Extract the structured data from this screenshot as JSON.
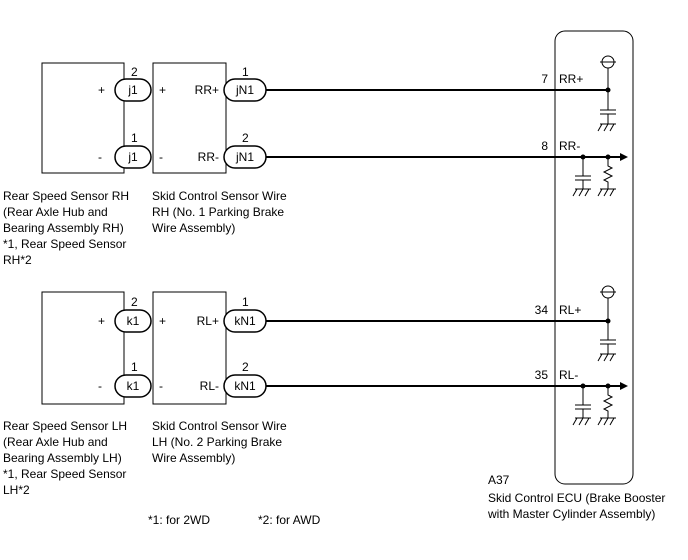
{
  "footnotes": {
    "note1": "*1: for 2WD",
    "note2": "*2: for AWD"
  },
  "ecu": {
    "code": "A37",
    "name_line1": "Skid Control ECU (Brake Booster",
    "name_line2": "with Master Cylinder Assembly)",
    "pins": [
      {
        "num": "7",
        "label": "RR+"
      },
      {
        "num": "8",
        "label": "RR-"
      },
      {
        "num": "34",
        "label": "RL+"
      },
      {
        "num": "35",
        "label": "RL-"
      }
    ]
  },
  "rh": {
    "sensor_plus": "+",
    "sensor_minus": "-",
    "connector_sensor": "j1",
    "pin_sensor_top": "2",
    "pin_sensor_bottom": "1",
    "wire_plus_left": "+",
    "wire_minus_left": "-",
    "wire_plus_right": "RR+",
    "wire_minus_right": "RR-",
    "connector_wire": "jN1",
    "pin_wire_top": "1",
    "pin_wire_bottom": "2",
    "sensor_caption": [
      "Rear Speed Sensor RH",
      "(Rear Axle Hub and",
      "Bearing Assembly RH)",
      "*1, Rear Speed Sensor",
      "RH*2"
    ],
    "wire_caption": [
      "Skid Control Sensor Wire",
      "RH (No. 1 Parking Brake",
      "Wire Assembly)"
    ]
  },
  "lh": {
    "sensor_plus": "+",
    "sensor_minus": "-",
    "connector_sensor": "k1",
    "pin_sensor_top": "2",
    "pin_sensor_bottom": "1",
    "wire_plus_left": "+",
    "wire_minus_left": "-",
    "wire_plus_right": "RL+",
    "wire_minus_right": "RL-",
    "connector_wire": "kN1",
    "pin_wire_top": "1",
    "pin_wire_bottom": "2",
    "sensor_caption": [
      "Rear Speed Sensor LH",
      "(Rear Axle Hub and",
      "Bearing Assembly LH)",
      "*1, Rear Speed Sensor",
      "LH*2"
    ],
    "wire_caption": [
      "Skid Control Sensor Wire",
      "LH (No. 2 Parking Brake",
      "Wire Assembly)"
    ]
  }
}
